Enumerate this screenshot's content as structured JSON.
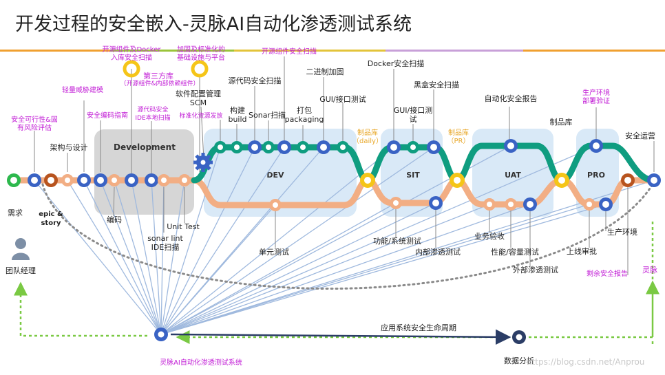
{
  "title": "开发过程的安全嵌入-灵脉AI自动化渗透测试系统",
  "colors": {
    "teal": "#0f9d80",
    "salmon": "#f2ae84",
    "blue_node": "#3a63c4",
    "green_node": "#2db84d",
    "rust_node": "#b8541f",
    "yellow_node": "#f5c518",
    "magenta": "#c21fd6",
    "dark": "#222222",
    "dev_zone": "#d9e9f7",
    "development_zone": "#d6d6d6",
    "hub_line": "#9fb9de",
    "dotted_green": "#7ac943",
    "dotted_gray": "#8a8a8a"
  },
  "zones": {
    "development": "Development",
    "dev": "DEV",
    "sit": "SIT",
    "uat": "UAT",
    "pro": "PRO"
  },
  "labels": {
    "demand": "需求",
    "epic_story": "epic &\nstory",
    "team_manager": "团队经理",
    "arch_design": "架构与设计",
    "feasibility": "安全可行性&固\n有风险评估",
    "threat_model": "轻量威胁建模",
    "coding_guide": "安全编码指南",
    "coding": "编码",
    "ide_scan": "源代码安全\nIDE本地扫描",
    "sonar_lint": "sonar lint\nIDE扫描",
    "unit_test": "Unit Test",
    "oss_docker_scan": "开源组件及Docker\n入库安全扫描",
    "third_party_lib": "第三方库",
    "third_party_lib_sub": "（开源组件&内部依赖组件）",
    "hardening_platform": "加固及标准化的\n基础设施与平台",
    "config_mgmt": "软件配置管理\nSCM",
    "std_release": "标准化资源发放",
    "oss_scan": "开源组件安全扫描",
    "source_scan": "源代码安全扫描",
    "build": "构建\nbuild",
    "sonar_scan": "Sonar扫描",
    "packaging": "打包\npackaging",
    "binary_harden": "二进制加固",
    "gui_api_test_dev": "GUI/接口测试",
    "unit_test_bottom": "单元测试",
    "artifact_daily": "制品库\n（daily）",
    "docker_scan": "Docker安全扫描",
    "gui_api_test_sit": "GUI/接口测\n试",
    "blackbox_scan": "黑盒安全扫描",
    "func_sys_test": "功能/系统测试",
    "internal_pentest": "内部渗透测试",
    "artifact_pr": "制品库\n（PR）",
    "auto_sec_report": "自动化安全报告",
    "biz_acceptance": "业务验收",
    "perf_test": "性能/容量测试",
    "external_pentest": "外部渗透测试",
    "artifact_lib": "制品库",
    "prod_verify": "生产环境\n部署验证",
    "release_approval": "上线审批",
    "prod_env": "生产环境",
    "sec_ops": "安全运营",
    "residual_report": "剩余安全报告",
    "lingmai": "灵脉",
    "app_lifecycle": "应用系统安全生命周期",
    "data_analysis": "数据分析",
    "hub_label": "灵脉AI自动化渗透测试系统",
    "watermark": "https://blog.csdn.net/Anprou"
  }
}
